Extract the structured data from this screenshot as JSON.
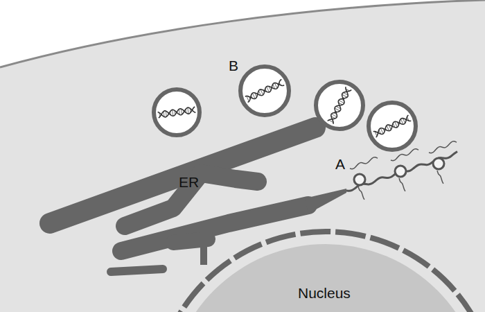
{
  "diagram": {
    "labels": [
      "B",
      "A",
      "ER",
      "Nucleus"
    ]
  }
}
